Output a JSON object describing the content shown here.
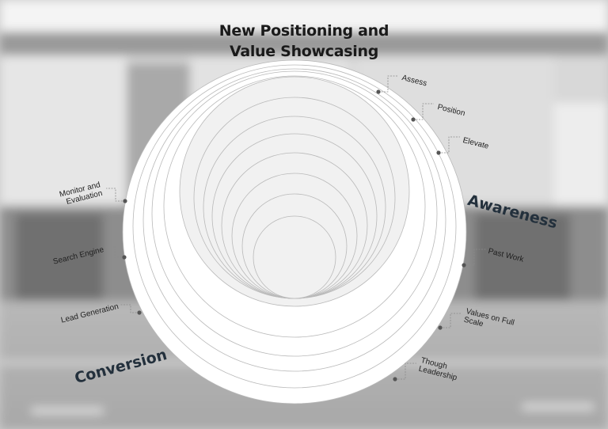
{
  "title": {
    "line1": "New Positioning and",
    "line2": "Value Showcasing"
  },
  "sections": {
    "awareness": "Awareness",
    "conversion": "Conversion"
  },
  "steps": {
    "assess": "Assess",
    "position": "Position",
    "elevate": "Elevate",
    "past_work": "Past Work",
    "values_line1": "Values on Full",
    "values_line2": "Scale",
    "though_line1": "Though",
    "though_line2": "Leadership",
    "monitor_line1": "Monitor and",
    "monitor_line2": "Evaluation",
    "search_engine": "Search Engine",
    "lead_generation": "Lead Generation"
  },
  "colors": {
    "circle_fill": "#ffffff",
    "circle_stroke": "#b9b9b9",
    "dot": "#555555",
    "leader": "#8a8a8a",
    "heading": "#23303c"
  }
}
